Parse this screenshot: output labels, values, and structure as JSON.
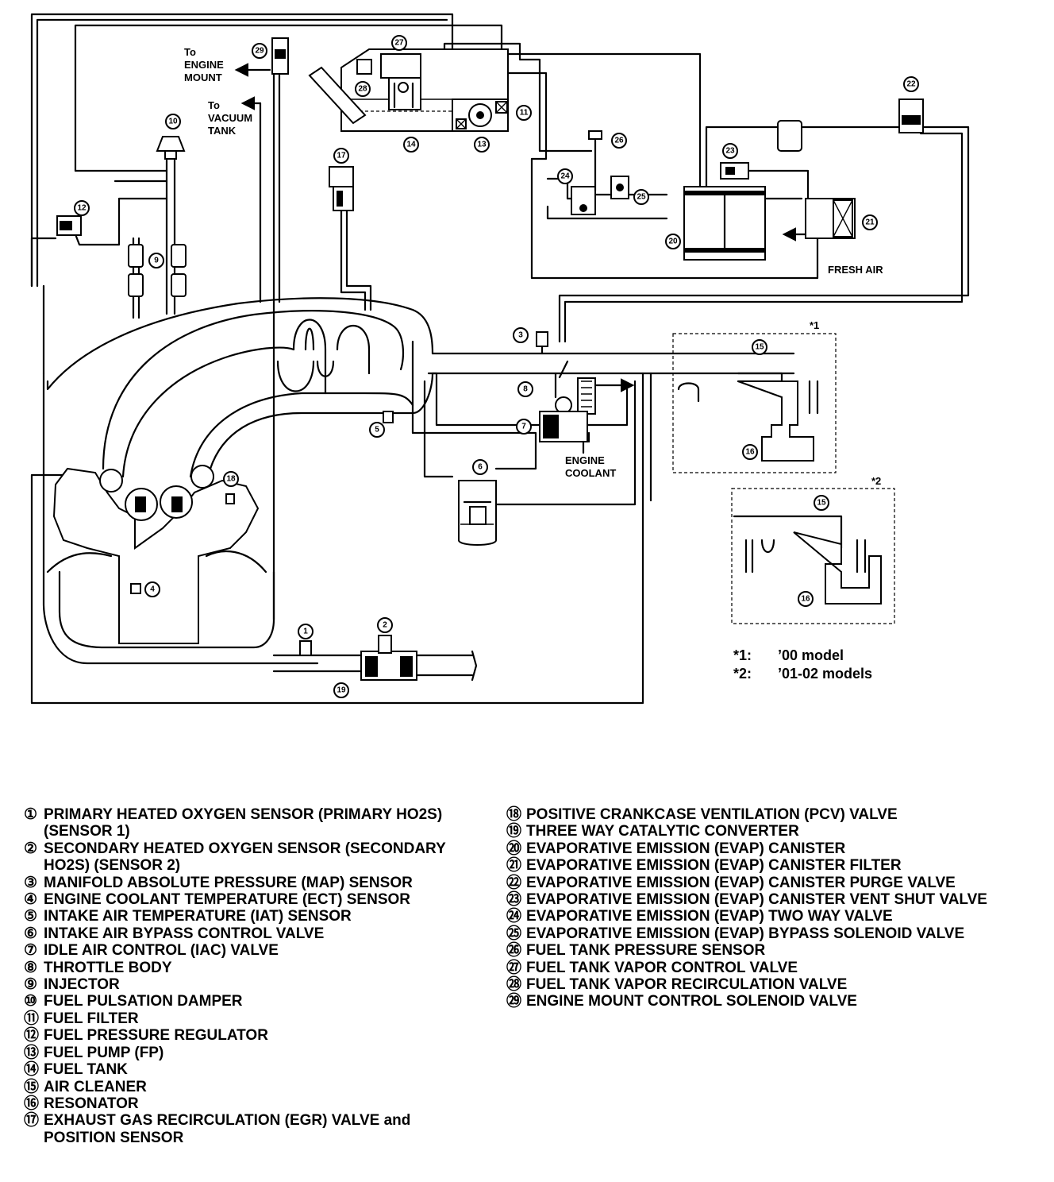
{
  "diagram": {
    "labels": {
      "to_engine_mount": "To\nENGINE\nMOUNT",
      "to_vacuum_tank": "To\nVACUUM\nTANK",
      "engine_coolant": "ENGINE\nCOOLANT",
      "fresh_air": "FRESH AIR",
      "box1_tag": "*1",
      "box2_tag": "*2"
    },
    "callouts": {
      "c1": "1",
      "c2": "2",
      "c3": "3",
      "c4": "4",
      "c5": "5",
      "c6": "6",
      "c7": "7",
      "c8": "8",
      "c9": "9",
      "c10": "10",
      "c11": "11",
      "c12": "12",
      "c13": "13",
      "c14": "14",
      "c15a": "15",
      "c15b": "15",
      "c16a": "16",
      "c16b": "16",
      "c17": "17",
      "c18": "18",
      "c19": "19",
      "c20": "20",
      "c21": "21",
      "c22": "22",
      "c23": "23",
      "c24": "24",
      "c25": "25",
      "c26": "26",
      "c27": "27",
      "c28": "28",
      "c29": "29"
    }
  },
  "notes": [
    {
      "key": "*1:",
      "text": "’00 model"
    },
    {
      "key": "*2:",
      "text": "’01-02 models"
    }
  ],
  "legend_left": [
    {
      "num": "①",
      "text": "PRIMARY HEATED OXYGEN SENSOR (PRIMARY HO2S) (SENSOR 1)"
    },
    {
      "num": "②",
      "text": "SECONDARY HEATED OXYGEN SENSOR (SECONDARY HO2S) (SENSOR 2)"
    },
    {
      "num": "③",
      "text": "MANIFOLD ABSOLUTE PRESSURE (MAP) SENSOR"
    },
    {
      "num": "④",
      "text": "ENGINE COOLANT TEMPERATURE (ECT) SENSOR"
    },
    {
      "num": "⑤",
      "text": "INTAKE AIR TEMPERATURE (IAT) SENSOR"
    },
    {
      "num": "⑥",
      "text": "INTAKE AIR BYPASS CONTROL VALVE"
    },
    {
      "num": "⑦",
      "text": "IDLE AIR CONTROL (IAC) VALVE"
    },
    {
      "num": "⑧",
      "text": "THROTTLE BODY"
    },
    {
      "num": "⑨",
      "text": "INJECTOR"
    },
    {
      "num": "⑩",
      "text": "FUEL PULSATION DAMPER"
    },
    {
      "num": "⑪",
      "text": "FUEL FILTER"
    },
    {
      "num": "⑫",
      "text": "FUEL PRESSURE REGULATOR"
    },
    {
      "num": "⑬",
      "text": "FUEL PUMP (FP)"
    },
    {
      "num": "⑭",
      "text": "FUEL TANK"
    },
    {
      "num": "⑮",
      "text": "AIR CLEANER"
    },
    {
      "num": "⑯",
      "text": "RESONATOR"
    },
    {
      "num": "⑰",
      "text": "EXHAUST GAS RECIRCULATION (EGR) VALVE and POSITION SENSOR"
    }
  ],
  "legend_right": [
    {
      "num": "⑱",
      "text": "POSITIVE CRANKCASE VENTILATION (PCV) VALVE"
    },
    {
      "num": "⑲",
      "text": "THREE WAY CATALYTIC CONVERTER"
    },
    {
      "num": "⑳",
      "text": "EVAPORATIVE EMISSION (EVAP) CANISTER"
    },
    {
      "num": "㉑",
      "text": "EVAPORATIVE EMISSION (EVAP) CANISTER FILTER"
    },
    {
      "num": "㉒",
      "text": "EVAPORATIVE EMISSION (EVAP) CANISTER PURGE VALVE"
    },
    {
      "num": "㉓",
      "text": "EVAPORATIVE EMISSION (EVAP) CANISTER VENT SHUT VALVE"
    },
    {
      "num": "㉔",
      "text": "EVAPORATIVE EMISSION (EVAP) TWO WAY VALVE"
    },
    {
      "num": "㉕",
      "text": "EVAPORATIVE EMISSION (EVAP) BYPASS SOLENOID VALVE"
    },
    {
      "num": "㉖",
      "text": "FUEL TANK PRESSURE SENSOR"
    },
    {
      "num": "㉗",
      "text": "FUEL TANK VAPOR CONTROL VALVE"
    },
    {
      "num": "㉘",
      "text": "FUEL TANK VAPOR RECIRCULATION VALVE"
    },
    {
      "num": "㉙",
      "text": "ENGINE MOUNT CONTROL SOLENOID VALVE"
    }
  ]
}
